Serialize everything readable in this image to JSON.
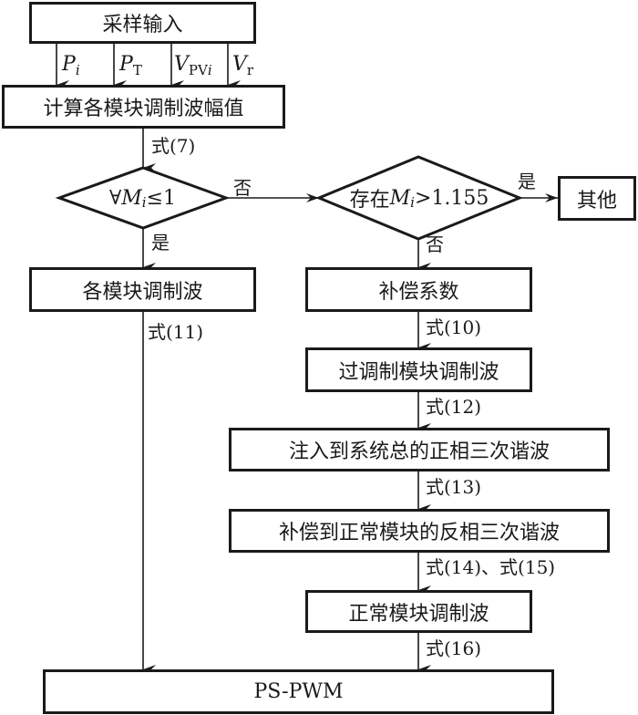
{
  "nodes": {
    "sample_input": "采样输入",
    "compute_amplitude": "计算各模块调制波幅值",
    "decision1": {
      "prefix": "∀",
      "var": "M",
      "sub": "i",
      "rel": "≤1"
    },
    "decision2": {
      "prefix": "存在",
      "var": "M",
      "sub": "i",
      "rel": ">1.155"
    },
    "other": "其他",
    "module_modwave": "各模块调制波",
    "comp_coeff": "补偿系数",
    "overmod_modwave": "过调制模块调制波",
    "inject_third": "注入到系统总的正相三次谐波",
    "comp_third": "补偿到正常模块的反相三次谐波",
    "normal_modwave": "正常模块调制波",
    "pspwm": "PS-PWM"
  },
  "inputs": [
    {
      "var": "P",
      "sub": "i",
      "sub_italic": true
    },
    {
      "var": "P",
      "sub": "T",
      "sub_italic": false
    },
    {
      "var": "V",
      "sub": "PV",
      "sub2": "i",
      "sub_italic": false
    },
    {
      "var": "V",
      "sub": "r",
      "sub_italic": false
    }
  ],
  "edge_labels": {
    "eq7": "式(7)",
    "no1": "否",
    "yes1": "是",
    "yes2": "是",
    "no2": "否",
    "eq11": "式(11)",
    "eq10": "式(10)",
    "eq12": "式(12)",
    "eq13": "式(13)",
    "eq14_15": "式(14)、式(15)",
    "eq16": "式(16)"
  },
  "colors": {
    "stroke": "#1a1a1a",
    "background": "#ffffff"
  }
}
